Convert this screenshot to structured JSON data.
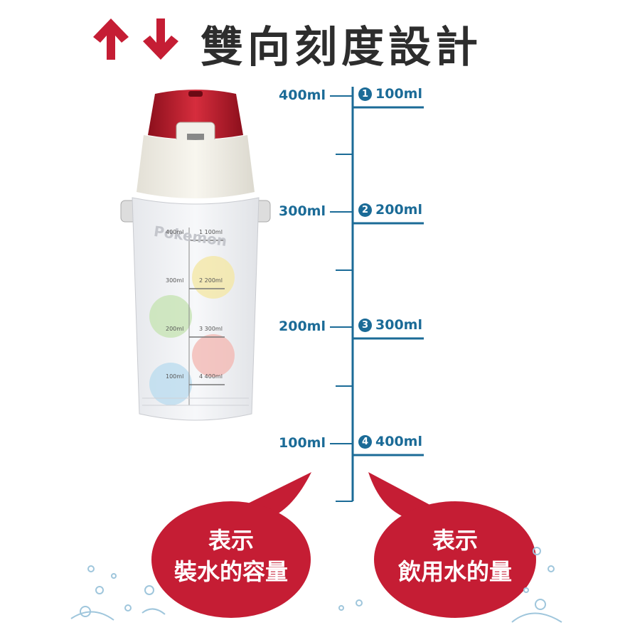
{
  "title": {
    "text": "雙向刻度設計"
  },
  "colors": {
    "accent_red": "#c51d34",
    "scale_blue": "#1b6b97",
    "title_dark": "#2d2d2d"
  },
  "scale": {
    "left_labels": [
      "400ml",
      "300ml",
      "200ml",
      "100ml"
    ],
    "right_labels": [
      {
        "num": "1",
        "text": "100ml"
      },
      {
        "num": "2",
        "text": "200ml"
      },
      {
        "num": "3",
        "text": "300ml"
      },
      {
        "num": "4",
        "text": "400ml"
      }
    ]
  },
  "bubbles": {
    "left": {
      "line1": "表示",
      "line2": "裝水的容量"
    },
    "right": {
      "line1": "表示",
      "line2": "飲用水的量"
    }
  },
  "bottle": {
    "brand": "Pokemon",
    "left_labels": [
      "400ml",
      "300ml",
      "200ml",
      "100ml"
    ],
    "right_labels": [
      {
        "num": "1",
        "text": "100ml"
      },
      {
        "num": "2",
        "text": "200ml"
      },
      {
        "num": "3",
        "text": "300ml"
      },
      {
        "num": "4",
        "text": "400ml"
      }
    ]
  }
}
